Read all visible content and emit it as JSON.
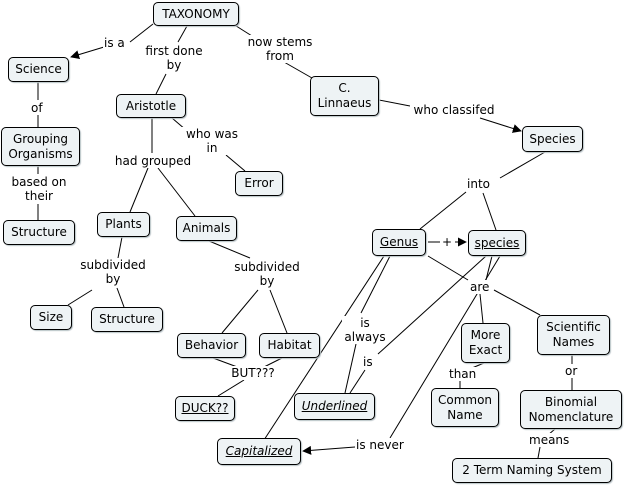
{
  "concepts": {
    "taxonomy": "TAXONOMY",
    "science": "Science",
    "aristotle": "Aristotle",
    "linnaeus": "C.\nLinnaeus",
    "species_top": "Species",
    "grouping": "Grouping\nOrganisms",
    "error": "Error",
    "structure_left": "Structure",
    "plants": "Plants",
    "animals": "Animals",
    "genus": "Genus",
    "species_lower": "species",
    "size": "Size",
    "structure_mid": "Structure",
    "behavior": "Behavior",
    "habitat": "Habitat",
    "more_exact": "More\nExact",
    "scientific_names": "Scientific\nNames",
    "duck": "DUCK??",
    "underlined": "Underlined",
    "common_name": "Common\nName",
    "binomial": "Binomial\nNomenclature",
    "capitalized": "Capitalized",
    "two_term": "2 Term Naming System"
  },
  "linking_phrases": {
    "is_a": "is a",
    "first_done_by": "first done\nby",
    "now_stems_from": "now stems\nfrom",
    "of": "of",
    "who_was_in": "who was\nin",
    "who_classifed": "who classifed",
    "had_grouped": "had grouped",
    "based_on_their": "based on\ntheir",
    "into": "into",
    "plus": "+",
    "subdivided_by_plants": "subdivided\nby",
    "subdivided_by_animals": "subdivided\nby",
    "are": "are",
    "is_always": "is\nalways",
    "is": "is",
    "but": "BUT???",
    "than": "than",
    "or": "or",
    "means": "means",
    "is_never": "is never"
  },
  "colors": {
    "node_fill": "#eef3f5",
    "node_border": "#000000",
    "line": "#000000",
    "background": "#ffffff"
  }
}
